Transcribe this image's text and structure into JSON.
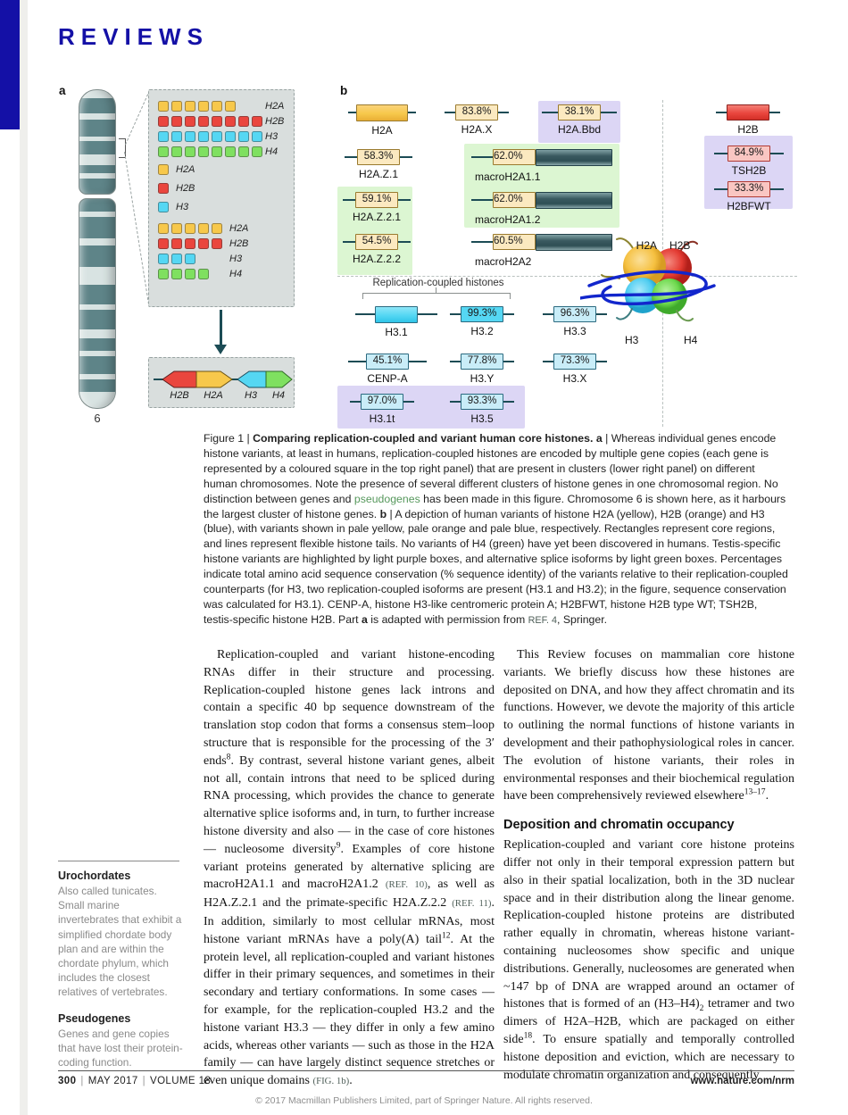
{
  "colors": {
    "nature_blue": "#1410A6",
    "h2a_yellow": "#F7C84B",
    "h2b_red": "#EA463E",
    "h3_blue": "#55D7F3",
    "h4_green": "#7FE060",
    "pale_yellow": "#FBE9C0",
    "pale_pink": "#F9C6C2",
    "pale_blue": "#C9EDF8",
    "purple_bg": "#DCD6F5",
    "green_bg": "#DCF6D2",
    "line_teal": "#1C4C55",
    "link_green": "#56985C"
  },
  "header": {
    "brand": "REVIEWS"
  },
  "figure": {
    "panel_a": {
      "label": "a",
      "chromosome_number": "6",
      "top_cluster": [
        {
          "histone": "H2A",
          "count": 6
        },
        {
          "histone": "H2B",
          "count": 8
        },
        {
          "histone": "H3",
          "count": 8
        },
        {
          "histone": "H4",
          "count": 8
        }
      ],
      "legend": [
        "H2A",
        "H2B",
        "H3"
      ],
      "bottom_cluster": [
        {
          "histone": "H2A",
          "count": 5
        },
        {
          "histone": "H2B",
          "count": 5
        },
        {
          "histone": "H3",
          "count": 3
        },
        {
          "histone": "H4",
          "count": 4
        }
      ],
      "gene_arrows": [
        "H2B",
        "H2A",
        "H3",
        "H4"
      ]
    },
    "panel_b": {
      "label": "b",
      "replication_coupled_label": "Replication-coupled histones",
      "nucleosome": [
        "H2A",
        "H2B",
        "H3",
        "H4"
      ],
      "variants": {
        "h2a": {
          "name": "H2A"
        },
        "h2ax": {
          "name": "H2A.X",
          "pct": "83.8%"
        },
        "h2abbd": {
          "name": "H2A.Bbd",
          "pct": "38.1%"
        },
        "h2az1": {
          "name": "H2A.Z.1",
          "pct": "58.3%"
        },
        "macroh2a11": {
          "name": "macroH2A1.1",
          "pct": "62.0%"
        },
        "h2az21": {
          "name": "H2A.Z.2.1",
          "pct": "59.1%"
        },
        "macroh2a12": {
          "name": "macroH2A1.2",
          "pct": "62.0%"
        },
        "h2az22": {
          "name": "H2A.Z.2.2",
          "pct": "54.5%"
        },
        "macroh2a2": {
          "name": "macroH2A2",
          "pct": "60.5%"
        },
        "h2b": {
          "name": "H2B"
        },
        "tsh2b": {
          "name": "TSH2B",
          "pct": "84.9%"
        },
        "h2bfwt": {
          "name": "H2BFWT",
          "pct": "33.3%"
        },
        "h31": {
          "name": "H3.1"
        },
        "h32": {
          "name": "H3.2",
          "pct": "99.3%"
        },
        "h33": {
          "name": "H3.3",
          "pct": "96.3%"
        },
        "cenpa": {
          "name": "CENP-A",
          "pct": "45.1%"
        },
        "h3y": {
          "name": "H3.Y",
          "pct": "77.8%"
        },
        "h3x": {
          "name": "H3.X",
          "pct": "73.3%"
        },
        "h31t": {
          "name": "H3.1t",
          "pct": "97.0%"
        },
        "h35": {
          "name": "H3.5",
          "pct": "93.3%"
        }
      }
    }
  },
  "caption": {
    "parts": [
      {
        "t": "Figure 1 | "
      },
      {
        "t": "Comparing replication-coupled and variant human core histones. ",
        "s": "b"
      },
      {
        "t": "a",
        "s": "b"
      },
      {
        "t": " | Whereas individual genes encode histone variants, at least in humans, replication-coupled histones are encoded by multiple gene copies (each gene is represented by a coloured square in the top right panel) that are present in clusters (lower right panel) on different human chromosomes. Note the presence of several different clusters of histone genes in one chromosomal region. No distinction between genes and "
      },
      {
        "t": "pseudogenes",
        "s": "green"
      },
      {
        "t": " has been made in this figure. Chromosome 6 is shown here, as it harbours the largest cluster of histone genes. "
      },
      {
        "t": "b",
        "s": "b"
      },
      {
        "t": " | A depiction of human variants of histone H2A (yellow), H2B (orange) and H3 (blue), with variants shown in pale yellow, pale orange and pale blue, respectively. Rectangles represent core regions, and lines represent flexible histone tails. No variants of H4 (green) have yet been discovered in humans. Testis-specific histone variants are highlighted by light purple boxes, and alternative splice isoforms by light green boxes. Percentages indicate total amino acid sequence conservation (% sequence identity) of the variants relative to their replication-coupled counterparts (for H3, two replication-coupled isoforms are present (H3.1 and H3.2); in the figure, sequence conservation was calculated for H3.1). CENP-A, histone H3-like centromeric protein A; H2BFWT, histone H2B type WT; TSH2B, testis-specific histone H2B. Part "
      },
      {
        "t": "a",
        "s": "b"
      },
      {
        "t": " is adapted with permission from "
      },
      {
        "t": "REF. 4",
        "s": "ref"
      },
      {
        "t": ", Springer."
      }
    ]
  },
  "body": {
    "left": {
      "p1": [
        {
          "t": "Replication-coupled and variant histone-encoding RNAs differ in their structure and processing. Replication-coupled histone genes lack introns and contain a specific 40 bp sequence downstream of the translation stop codon that forms a consensus stem–loop structure that is responsible for the processing of the 3′ ends"
        },
        {
          "t": "8",
          "s": "sup"
        },
        {
          "t": ". By contrast, several histone variant genes, albeit not all, contain introns that need to be spliced during RNA processing, which provides the chance to generate alternative splice isoforms and, in turn, to further increase histone diversity and also — in the case of core histones — nucleosome diversity"
        },
        {
          "t": "9",
          "s": "sup"
        },
        {
          "t": ". Examples of core histone variant proteins generated by alternative splicing are macroH2A1.1 and macroH2A1.2 "
        },
        {
          "t": "(REF. 10)",
          "s": "ref"
        },
        {
          "t": ", as well as H2A.Z.2.1 and the primate-specific H2A.Z.2.2 "
        },
        {
          "t": "(REF. 11)",
          "s": "ref"
        },
        {
          "t": ". In addition, similarly to most cellular mRNAs, most histone variant mRNAs have a poly(A) tail"
        },
        {
          "t": "12",
          "s": "sup"
        },
        {
          "t": ". At the protein level, all replication-coupled and variant histones differ in their primary sequences, and sometimes in their secondary and tertiary conformations. In some cases — for example, for the replication-coupled H3.2 and the histone variant H3.3 — they differ in only a few amino acids, whereas other variants — such as those in the H2A family — can have largely distinct sequence stretches or even unique domains "
        },
        {
          "t": "(FIG. 1b)",
          "s": "ref"
        },
        {
          "t": "."
        }
      ]
    },
    "right": {
      "p1": [
        {
          "t": "This Review focuses on mammalian core histone variants. We briefly discuss how these histones are deposited on DNA, and how they affect chromatin and its functions. However, we devote the majority of this article to outlining the normal functions of histone variants in development and their pathophysiological roles in cancer. The evolution of histone variants, their roles in environmental responses and their biochemical regulation have been comprehensively reviewed elsewhere"
        },
        {
          "t": "13–17",
          "s": "sup"
        },
        {
          "t": "."
        }
      ],
      "heading": "Deposition and chromatin occupancy",
      "p2": [
        {
          "t": "Replication-coupled and variant core histone proteins differ not only in their temporal expression pattern but also in their spatial localization, both in the 3D nuclear space and in their distribution along the linear genome. Replication-coupled histone proteins are distributed rather equally in chromatin, whereas histone variant-containing nucleosomes show specific and unique distributions. Generally, nucleosomes are generated when ~147 bp of DNA are wrapped around an octamer of histones that is formed of an (H3–H4)"
        },
        {
          "t": "2",
          "s": "sub"
        },
        {
          "t": " tetramer and two dimers of H2A–H2B, which are packaged on either side"
        },
        {
          "t": "18",
          "s": "sup"
        },
        {
          "t": ". To ensure spatially and temporally controlled histone deposition and eviction, which are necessary to modulate chromatin organization and consequently"
        }
      ]
    }
  },
  "glossary": {
    "terms": [
      {
        "term": "Urochordates",
        "def": "Also called tunicates. Small marine invertebrates that exhibit a simplified chordate body plan and are within the chordate phylum, which includes the closest relatives of vertebrates."
      },
      {
        "term": "Pseudogenes",
        "def": "Genes and gene copies that have lost their protein-coding function."
      }
    ]
  },
  "footer": {
    "page_number": "300",
    "sep": "|",
    "issue": "MAY 2017",
    "volume": "VOLUME 18",
    "url": "www.nature.com/nrm",
    "copyright": "© 2017 Macmillan Publishers Limited, part of Springer Nature. All rights reserved."
  }
}
